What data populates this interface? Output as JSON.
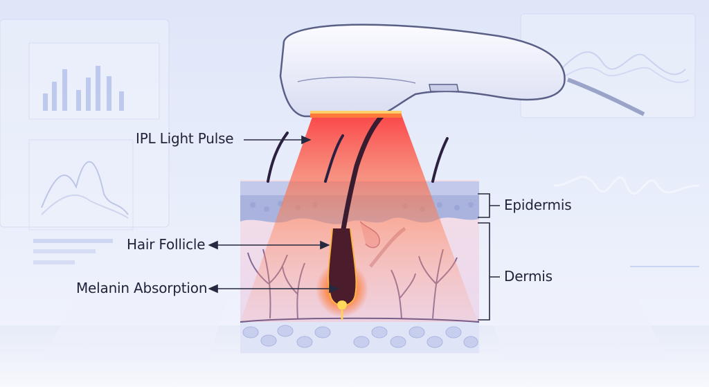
{
  "labels": {
    "ipl_light_pulse": "IPL Light Pulse",
    "hair_follicle": "Hair Follicle",
    "melanin_absorption": "Melanin Absorption",
    "epidermis": "Epidermis",
    "dermis": "Dermis"
  },
  "colors": {
    "background": "#e4eafa",
    "beam_core": "#ff3a3a",
    "beam_glow": "#ffb060",
    "epidermis": "#a6afdc",
    "dermis": "#f2e0ea",
    "hair": "#3a1c30",
    "ink": "#25283f"
  },
  "icons": [
    "ipl-handpiece",
    "light-beam",
    "hair-shaft",
    "skin-cross-section",
    "blood-vessel",
    "background-dashboard"
  ]
}
